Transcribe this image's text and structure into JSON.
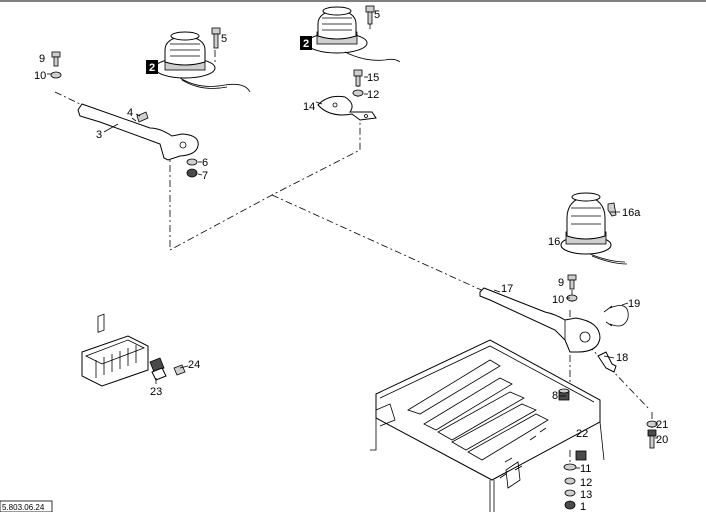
{
  "drawing_ref": "5.803.06.24",
  "badges": [
    "2",
    "2"
  ],
  "callouts": {
    "c1": "1",
    "c3": "3",
    "c4": "4",
    "c5a": "5",
    "c5b": "5",
    "c6": "6",
    "c7": "7",
    "c8": "8",
    "c9a": "9",
    "c9b": "9",
    "c10a": "10",
    "c10b": "10",
    "c11": "11",
    "c12a": "12",
    "c12b": "12",
    "c13": "13",
    "c14": "14",
    "c15": "15",
    "c16": "16",
    "c16a": "16a",
    "c17": "17",
    "c18": "18",
    "c19": "19",
    "c20": "20",
    "c21": "21",
    "c22": "22",
    "c23": "23",
    "c24": "24"
  }
}
